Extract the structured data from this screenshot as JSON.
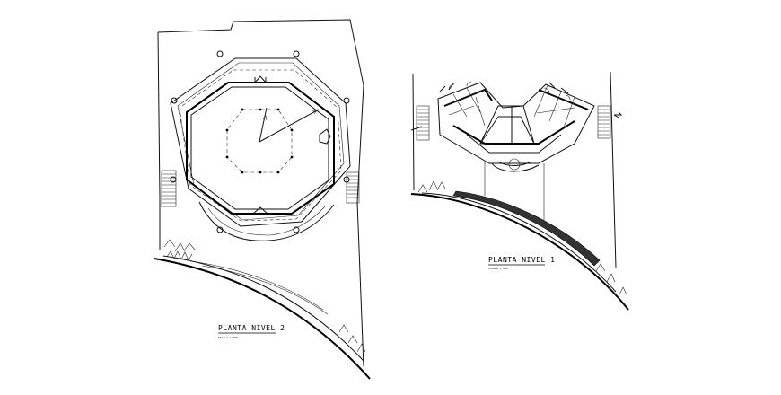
{
  "drawings": [
    {
      "title": "PLANTA  NIVEL  2",
      "scale_note": "ESCALA 1:000"
    },
    {
      "title": "PLANTA  NIVEL  1",
      "scale_note": "ESCALA 1:000"
    }
  ],
  "colors": {
    "line": "#000000",
    "background": "#ffffff"
  }
}
